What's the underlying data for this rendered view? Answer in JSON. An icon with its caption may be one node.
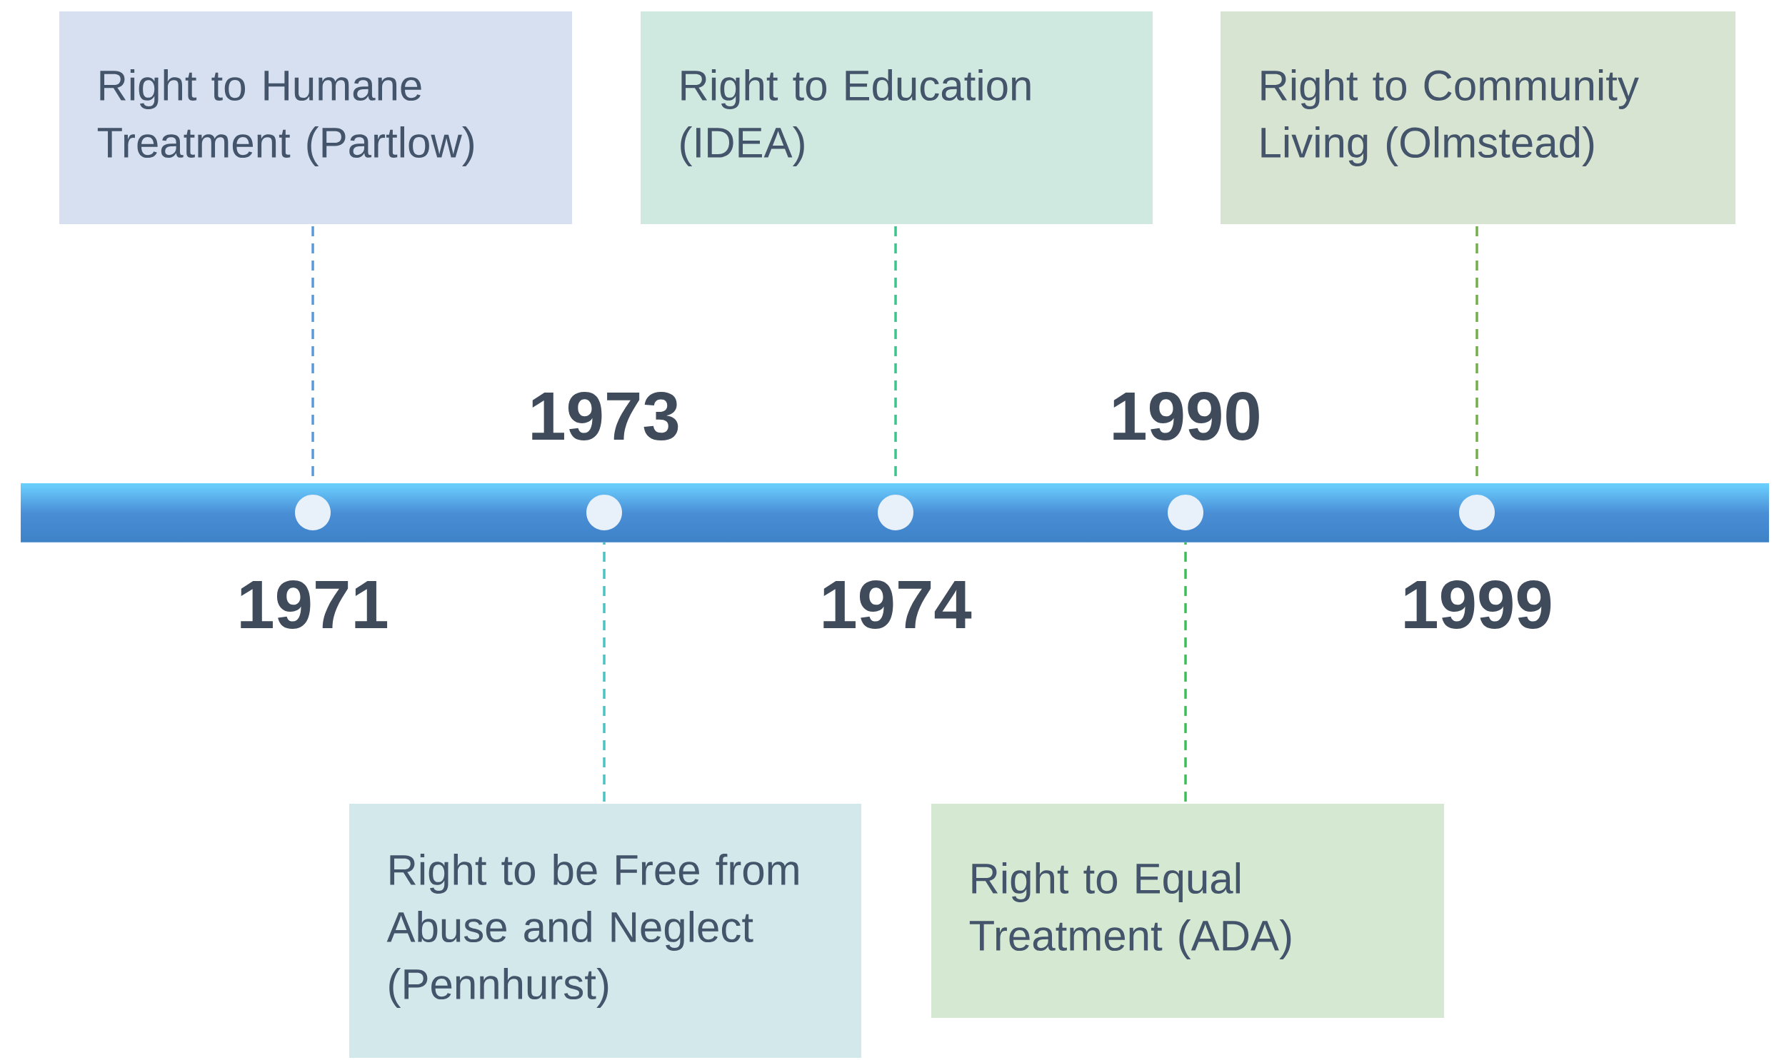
{
  "diagram": {
    "nodes": [
      {
        "text": [
          "Right to Humane Treatment (Partlow)"
        ]
      },
      {
        "text": [
          "Right to Education (IDEA)"
        ]
      },
      {
        "text": [
          "Right to Community Living (Olmstead)"
        ]
      },
      {
        "text": [
          "Right to be Free from Abuse and Neglect (Pennhurst)"
        ]
      },
      {
        "text": [
          "Right to Equal Treatment (ADA)"
        ]
      },
      {
        "text": [],
        "shape": "circle",
        "beside": [
          "1971"
        ]
      },
      {
        "text": [],
        "shape": "circle",
        "beside": [
          "1973"
        ]
      },
      {
        "text": [],
        "shape": "circle",
        "beside": [
          "1974"
        ]
      },
      {
        "text": [],
        "shape": "circle",
        "beside": [
          "1990"
        ]
      },
      {
        "text": [],
        "shape": "circle",
        "beside": [
          "1999"
        ]
      }
    ],
    "edges": [
      {
        "from": 0,
        "to": 5,
        "arrow": "none",
        "style": "dashed",
        "color": "#5b9bd5"
      },
      {
        "from": 3,
        "to": 6,
        "arrow": "none",
        "style": "dashed",
        "color": "#4cc3c3"
      },
      {
        "from": 1,
        "to": 7,
        "arrow": "none",
        "style": "dashed",
        "color": "#3cc48c"
      },
      {
        "from": 4,
        "to": 8,
        "arrow": "none",
        "style": "dashed",
        "color": "#3cbf5a"
      },
      {
        "from": 2,
        "to": 9,
        "arrow": "none",
        "style": "dashed",
        "color": "#72b04a"
      }
    ]
  }
}
